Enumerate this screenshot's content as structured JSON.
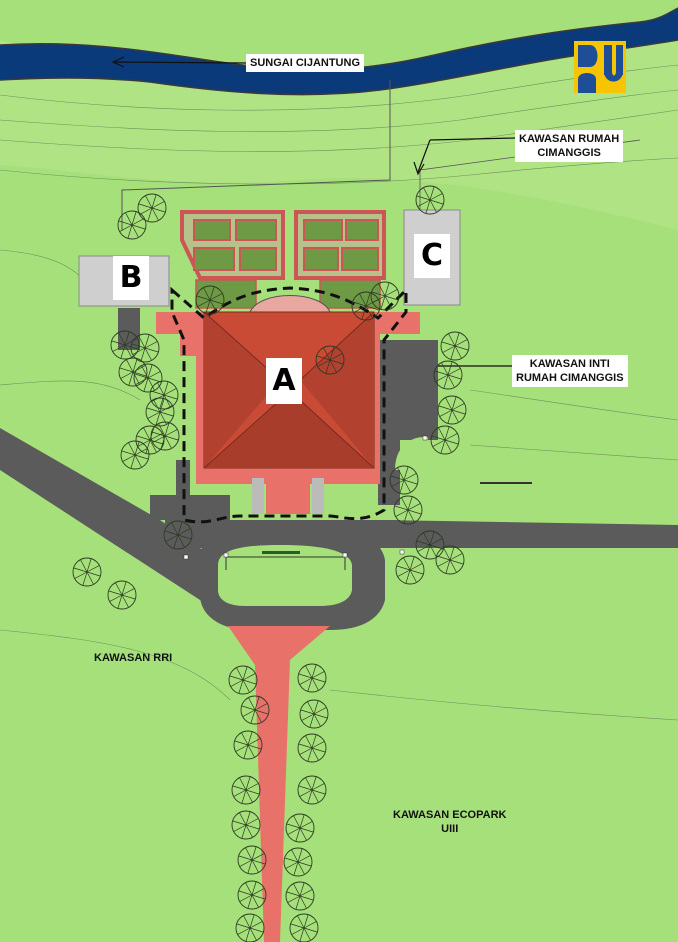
{
  "labels": {
    "river": "SUNGAI CIJANTUNG",
    "kawasan_rumah_l1": "KAWASAN RUMAH",
    "kawasan_rumah_l2": "CIMANGGIS",
    "kawasan_inti_l1": "KAWASAN INTI",
    "kawasan_inti_l2": "RUMAH CIMANGGIS",
    "kawasan_rri": "KAWASAN RRI",
    "kawasan_ecopark_l1": "KAWASAN ECOPARK",
    "kawasan_ecopark_l2": "UIII"
  },
  "zones": {
    "a": "A",
    "b": "B",
    "c": "C"
  },
  "colors": {
    "grass": "#a6e07a",
    "river": "#0b3a7a",
    "road": "#5b5b5b",
    "pavement": "#e8726a",
    "roof": "#c94b35",
    "court": "#6e9a45",
    "building_grey": "#cfcfcf",
    "logo_yellow": "#f6c400",
    "logo_blue": "#1f4e99"
  },
  "icons": {
    "logo": "pu-logo-icon",
    "tree": "tree-icon"
  }
}
